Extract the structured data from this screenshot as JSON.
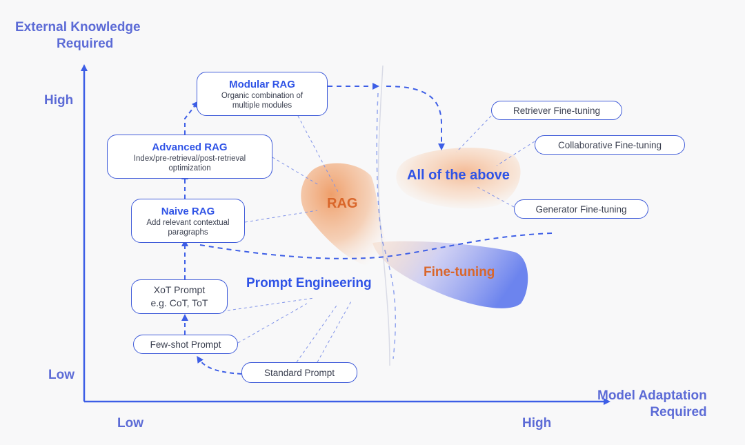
{
  "axes": {
    "y_title": [
      "External Knowledge",
      "Required"
    ],
    "x_title": [
      "Model Adaptation",
      "Required"
    ],
    "y_high": "High",
    "y_low": "Low",
    "x_low": "Low",
    "x_high": "High"
  },
  "nodes": {
    "modular_rag": {
      "title": "Modular RAG",
      "desc": [
        "Organic combination of",
        "multiple modules"
      ]
    },
    "advanced_rag": {
      "title": "Advanced RAG",
      "desc": [
        "Index/pre-retrieval/post-retrieval",
        "optimization"
      ]
    },
    "naive_rag": {
      "title": "Naive RAG",
      "desc": [
        "Add relevant contextual",
        "paragraphs"
      ]
    },
    "xot_prompt": {
      "lines": [
        "XoT Prompt",
        "e.g. CoT, ToT"
      ]
    },
    "few_shot_prompt": "Few-shot Prompt",
    "standard_prompt": "Standard Prompt",
    "retriever_ft": "Retriever Fine-tuning",
    "collaborative_ft": "Collaborative Fine-tuning",
    "generator_ft": "Generator Fine-tuning"
  },
  "regions": {
    "rag": "RAG",
    "all": "All of the above",
    "fine_tuning": "Fine-tuning",
    "prompt_engineering": "Prompt Engineering"
  },
  "colors": {
    "axis": "#3d5ee6",
    "axis_text": "#5c6bd6",
    "node_title": "#2f53e6",
    "rag_orange": "#d9662a",
    "blue_label": "#2f53e6"
  }
}
